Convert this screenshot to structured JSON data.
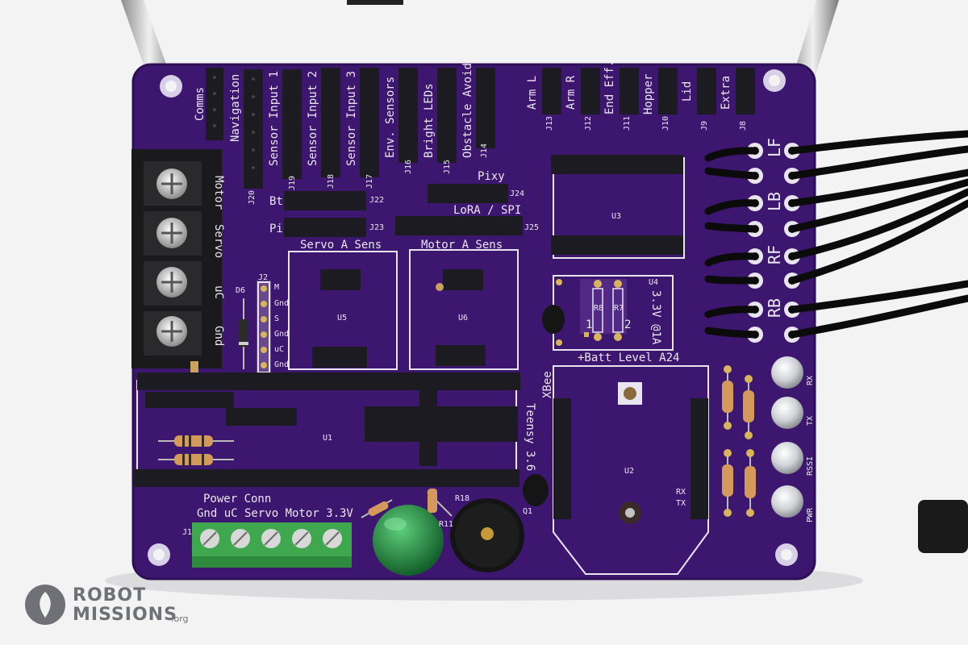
{
  "board": {
    "labels_top": [
      "Comms",
      "Navigation",
      "Sensor Input 1",
      "Sensor Input 2",
      "Sensor Input 3",
      "Env. Sensors",
      "Bright LEDs",
      "Obstacle Avoid"
    ],
    "labels_top_right": [
      "Arm L",
      "Arm R",
      "End Eff.",
      "Hopper",
      "Lid",
      "Extra"
    ],
    "jumper_ids_top": [
      "J20",
      "J19",
      "J18",
      "J17",
      "J16",
      "J15",
      "J14"
    ],
    "jumper_ids_right": [
      "J13",
      "J12",
      "J11",
      "J10",
      "J9",
      "J8"
    ],
    "side_left": [
      "Motor",
      "Servo",
      "uC",
      "Gnd"
    ],
    "header_labels": {
      "bt": "Bt",
      "pi": "Pi",
      "j22": "J22",
      "j23": "J23",
      "pixy": "Pixy",
      "j24": "J24",
      "lora": "LoRA / SPI",
      "j25": "J25",
      "servo_sens": "Servo A Sens",
      "motor_sens": "Motor A Sens"
    },
    "chips": {
      "u1": "U1",
      "u2": "U2",
      "u3": "U3",
      "u4": "U4",
      "u5": "U5",
      "u6": "U6"
    },
    "j2_pins": [
      "M",
      "Gnd",
      "S",
      "Gnd",
      "uC",
      "Gnd"
    ],
    "j2_id": "J2",
    "d6_id": "D6",
    "u4_text": {
      "rating": "3.3V @1A",
      "batt": "+Batt Level A24",
      "one": "1",
      "two": "2",
      "r8": "R8",
      "r7": "R7"
    },
    "motor_labels": [
      "LF",
      "LB",
      "RF",
      "RB"
    ],
    "led_labels": [
      "RX",
      "TX",
      "RSSI",
      "PWR"
    ],
    "xbee": {
      "name": "XBee",
      "rx": "RX",
      "tx": "TX"
    },
    "teensy": "Teensy 3.6",
    "power": {
      "title": "Power Conn",
      "pins": "Gnd  uC Servo Motor 3.3V",
      "j1": "J1"
    },
    "misc": {
      "r18": "R18",
      "r11": "R11",
      "q1": "Q1"
    }
  },
  "watermark": {
    "line1": "ROBOT",
    "line2": "MISSIONS",
    "suffix": ".org"
  },
  "colors": {
    "pcb": "#3d1670",
    "silk": "#e8e4f0",
    "header": "#1c1b22",
    "terminal_green": "#3fa84e",
    "led_green": "#1f7a3a"
  }
}
